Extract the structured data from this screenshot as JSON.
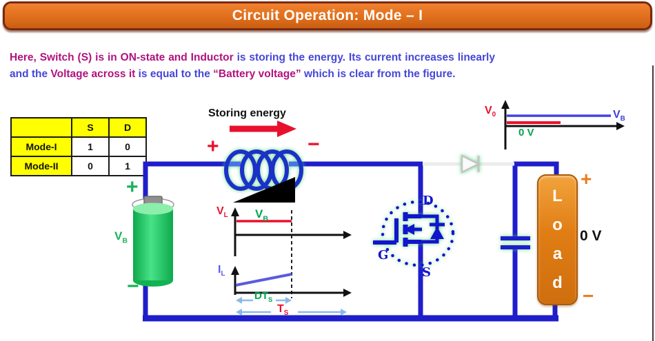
{
  "title": "Circuit Operation: Mode – I",
  "intro": {
    "segments": [
      {
        "text": "Here, Switch (S) is in ON-state and Inductor ",
        "style": "magenta"
      },
      {
        "text": "is storing the energy. Its current increases linearly and the ",
        "style": "blue"
      },
      {
        "text": "Voltage across it ",
        "style": "magenta"
      },
      {
        "text": "is equal to the ",
        "style": "blue"
      },
      {
        "text": "“Battery voltage” ",
        "style": "magenta"
      },
      {
        "text": "which is clear from the figure.",
        "style": "blue"
      }
    ]
  },
  "mode_table": {
    "headers": [
      "",
      "S",
      "D"
    ],
    "rows": [
      {
        "label": "Mode-I",
        "s": "1",
        "d": "0"
      },
      {
        "label": "Mode-II",
        "s": "0",
        "d": "1"
      }
    ]
  },
  "annotations": {
    "storing_energy": "Storing energy",
    "inductor_plus": "+",
    "inductor_minus": "−"
  },
  "battery": {
    "plus": "+",
    "minus": "−",
    "v_main": "V",
    "v_sub": "B"
  },
  "mosfet": {
    "drain": "D",
    "gate": "G",
    "source": "S"
  },
  "load": {
    "letters": [
      "L",
      "o",
      "a",
      "d"
    ],
    "plus": "+",
    "minus": "−",
    "voltage": "0 V"
  },
  "output_graph": {
    "v0_main": "V",
    "v0_sub": "0",
    "vb_main": "V",
    "vb_sub": "B",
    "zero": "0 V"
  },
  "inductor_graph": {
    "vl_main": "V",
    "vl_sub": "L",
    "vb_main": "V",
    "vb_sub": "B",
    "il_main": "I",
    "il_sub": "L",
    "dts_main": "DT",
    "dts_sub": "S",
    "ts_main": "T",
    "ts_sub": "S"
  },
  "colors": {
    "banner": "#e06f1c",
    "banner_border": "#7a2810",
    "magenta_text": "#b1127e",
    "blue_text": "#4646d8",
    "wire_blue": "#1f1ecb",
    "green": "#00a550",
    "red": "#e8112d",
    "load_orange": "#e07d14",
    "table_yellow": "#ffff00",
    "arrow_light_blue": "#8ab9e8"
  }
}
